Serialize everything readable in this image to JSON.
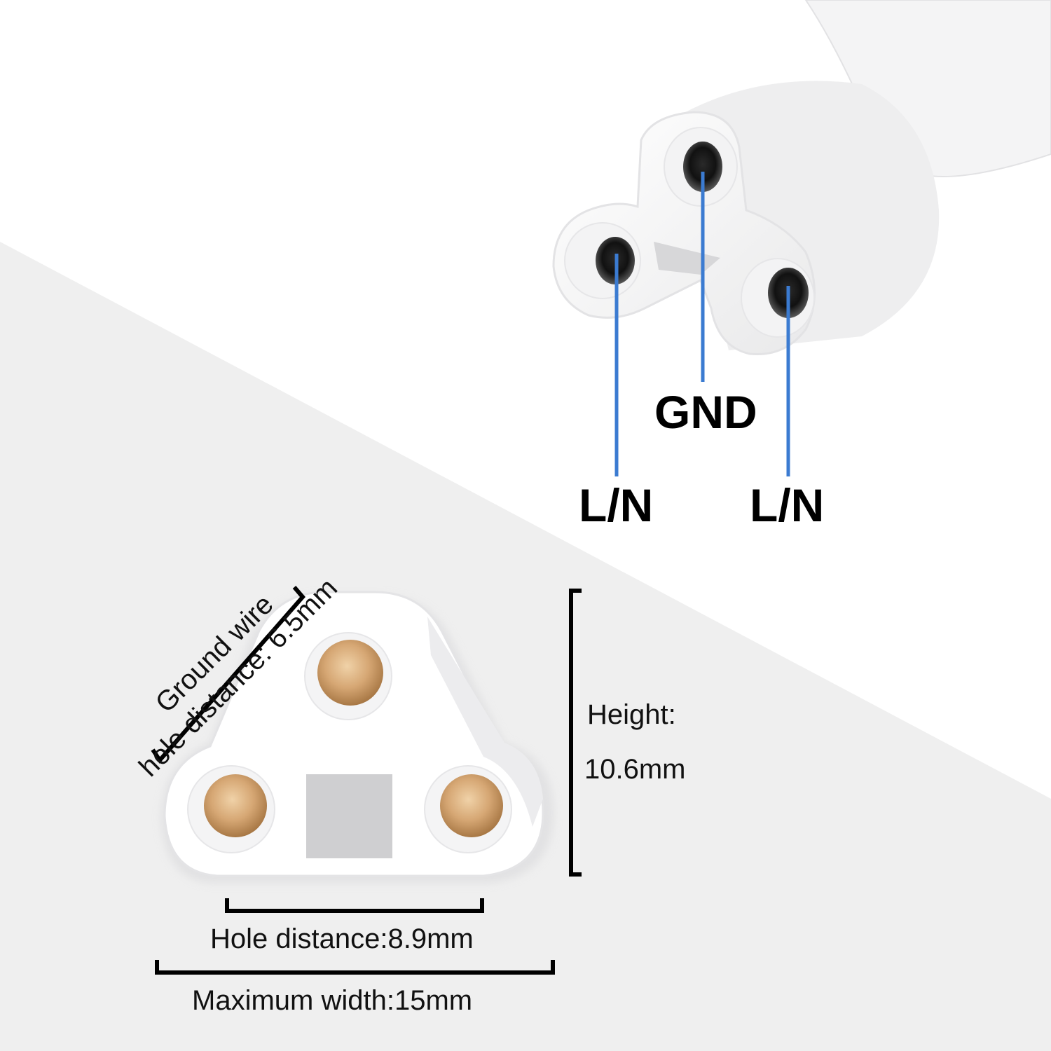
{
  "pin_labels": {
    "gnd": "GND",
    "ln_left": "L/N",
    "ln_right": "L/N"
  },
  "dimensions": {
    "ground_line1": "Ground wire",
    "ground_line2": "hole distance: 6.5mm",
    "height_label": "Height:",
    "height_value": "10.6mm",
    "hole_distance": "Hole distance:8.9mm",
    "max_width": "Maximum width:15mm"
  },
  "colors": {
    "background_top": "#ffffff",
    "background_bottom": "#efefef",
    "pointer_line": "#3b7bd1",
    "connector_body": "#ffffff",
    "contact_copper": "#d6a774"
  }
}
